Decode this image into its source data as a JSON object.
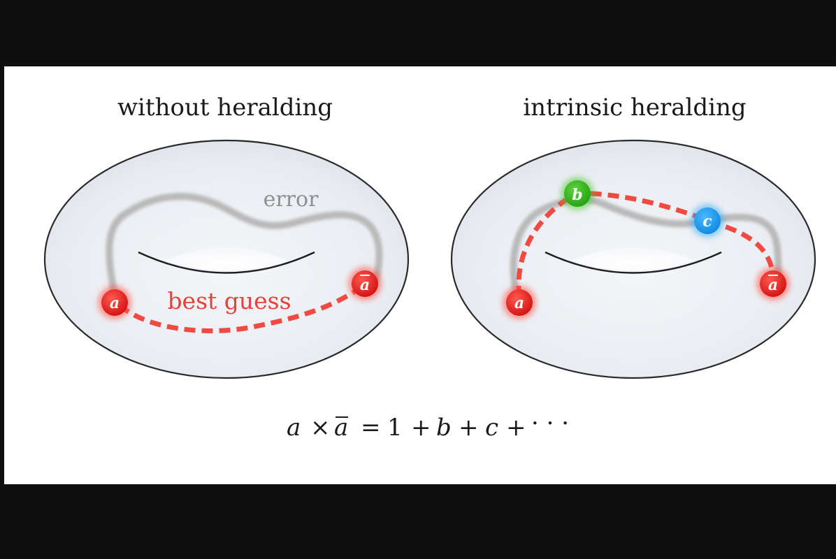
{
  "panels": {
    "left": {
      "title": "without heralding",
      "error_label": "error",
      "guess_label": "best guess",
      "nodes": {
        "a": "a",
        "abar": "a"
      }
    },
    "right": {
      "title": "intrinsic heralding",
      "nodes": {
        "a": "a",
        "abar": "a",
        "b": "b",
        "c": "c"
      }
    }
  },
  "formula": {
    "a": "a",
    "times": "×",
    "abar": "a",
    "equals": "=",
    "one": "1",
    "plus1": "+",
    "b": "b",
    "plus2": "+",
    "c": "c",
    "plus3": "+",
    "dots": "· · ·"
  },
  "colors": {
    "background": "#0f0f0f",
    "canvas": "#ffffff",
    "torus_fill": "#eef0f4",
    "torus_stroke": "#2a2a2a",
    "error_path": "#b9b9b9",
    "guess_path": "#ef4b43",
    "node_a": "#e8211d",
    "node_b": "#35b81f",
    "node_c": "#1e9ff0"
  }
}
